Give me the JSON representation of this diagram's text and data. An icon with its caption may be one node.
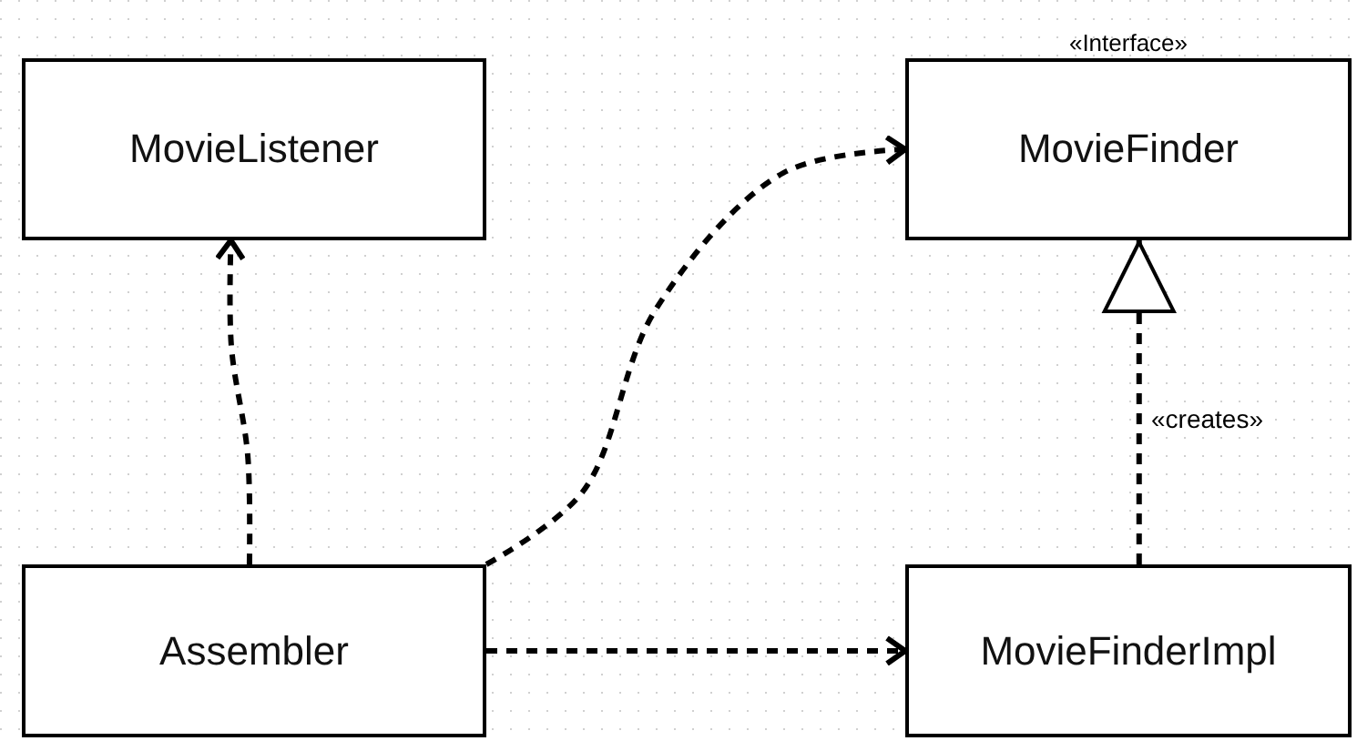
{
  "diagram": {
    "nodes": [
      {
        "text": [
          "MovieListener"
        ]
      },
      {
        "text": [
          "«Interface»",
          "MovieFinder"
        ]
      },
      {
        "text": [
          "Assembler"
        ]
      },
      {
        "text": [
          "MovieFinderImpl"
        ]
      }
    ],
    "edges": [
      {
        "from": 2,
        "to": 0,
        "arrow": "to",
        "style": "dashed"
      },
      {
        "from": 2,
        "to": 1,
        "arrow": "to",
        "style": "dashed"
      },
      {
        "from": 2,
        "to": 3,
        "arrow": "to",
        "style": "dashed"
      },
      {
        "from": 3,
        "to": 1,
        "arrow": "to",
        "style": "dashed",
        "label": "«creates»"
      }
    ]
  }
}
